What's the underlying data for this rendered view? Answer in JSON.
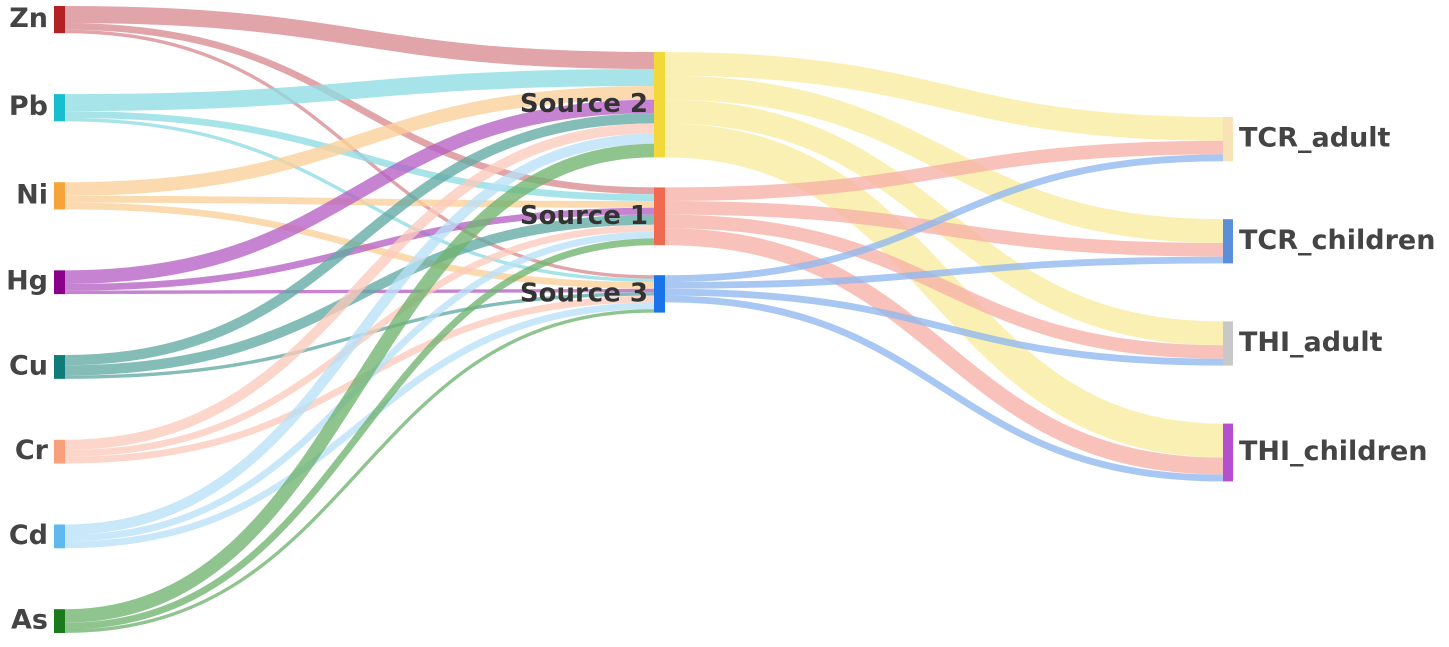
{
  "chart_data": {
    "type": "sankey",
    "nodes": [
      {
        "id": "Zn",
        "label": "Zn",
        "column": 0,
        "color": "#b22222"
      },
      {
        "id": "Pb",
        "label": "Pb",
        "column": 0,
        "color": "#17becf"
      },
      {
        "id": "Ni",
        "label": "Ni",
        "column": 0,
        "color": "#f5a33a"
      },
      {
        "id": "Hg",
        "label": "Hg",
        "column": 0,
        "color": "#8b008b"
      },
      {
        "id": "Cu",
        "label": "Cu",
        "column": 0,
        "color": "#0e7c7b"
      },
      {
        "id": "Cr",
        "label": "Cr",
        "column": 0,
        "color": "#f9a07a"
      },
      {
        "id": "Cd",
        "label": "Cd",
        "column": 0,
        "color": "#5fb9ef"
      },
      {
        "id": "As",
        "label": "As",
        "column": 0,
        "color": "#1b7a1b"
      },
      {
        "id": "S2",
        "label": "Source 2",
        "column": 1,
        "color": "#f3d83a"
      },
      {
        "id": "S1",
        "label": "Source 1",
        "column": 1,
        "color": "#ef6a4e"
      },
      {
        "id": "S3",
        "label": "Source 3",
        "column": 1,
        "color": "#1a73e8"
      },
      {
        "id": "TCRa",
        "label": "TCR_adult",
        "column": 2,
        "color": "#f9e2b5"
      },
      {
        "id": "TCRc",
        "label": "TCR_children",
        "column": 2,
        "color": "#5b8fd9"
      },
      {
        "id": "THIa",
        "label": "THI_adult",
        "column": 2,
        "color": "#c8c8c8"
      },
      {
        "id": "THIc",
        "label": "THI_children",
        "column": 2,
        "color": "#b44fcf"
      }
    ],
    "links": [
      {
        "source": "Zn",
        "target": "S2",
        "value": 5,
        "color": "#d98a8f"
      },
      {
        "source": "Zn",
        "target": "S1",
        "value": 2,
        "color": "#d98a8f"
      },
      {
        "source": "Zn",
        "target": "S3",
        "value": 1,
        "color": "#d98a8f"
      },
      {
        "source": "Pb",
        "target": "S2",
        "value": 5,
        "color": "#8edde4"
      },
      {
        "source": "Pb",
        "target": "S1",
        "value": 2,
        "color": "#8edde4"
      },
      {
        "source": "Pb",
        "target": "S3",
        "value": 1,
        "color": "#8edde4"
      },
      {
        "source": "Ni",
        "target": "S2",
        "value": 4,
        "color": "#fbcf99"
      },
      {
        "source": "Ni",
        "target": "S1",
        "value": 2,
        "color": "#fbcf99"
      },
      {
        "source": "Ni",
        "target": "S3",
        "value": 2,
        "color": "#fbcf99"
      },
      {
        "source": "Hg",
        "target": "S2",
        "value": 4,
        "color": "#b660c4"
      },
      {
        "source": "Hg",
        "target": "S1",
        "value": 2,
        "color": "#b660c4"
      },
      {
        "source": "Hg",
        "target": "S3",
        "value": 1,
        "color": "#b660c4"
      },
      {
        "source": "Cu",
        "target": "S2",
        "value": 3,
        "color": "#62a9a3"
      },
      {
        "source": "Cu",
        "target": "S1",
        "value": 3,
        "color": "#62a9a3"
      },
      {
        "source": "Cu",
        "target": "S3",
        "value": 1,
        "color": "#62a9a3"
      },
      {
        "source": "Cr",
        "target": "S2",
        "value": 3,
        "color": "#fbcbbb"
      },
      {
        "source": "Cr",
        "target": "S1",
        "value": 2,
        "color": "#fbcbbb"
      },
      {
        "source": "Cr",
        "target": "S3",
        "value": 2,
        "color": "#fbcbbb"
      },
      {
        "source": "Cd",
        "target": "S2",
        "value": 3,
        "color": "#b8e0f7"
      },
      {
        "source": "Cd",
        "target": "S1",
        "value": 2,
        "color": "#b8e0f7"
      },
      {
        "source": "Cd",
        "target": "S3",
        "value": 2,
        "color": "#b8e0f7"
      },
      {
        "source": "As",
        "target": "S2",
        "value": 4,
        "color": "#6fb36f"
      },
      {
        "source": "As",
        "target": "S1",
        "value": 2,
        "color": "#6fb36f"
      },
      {
        "source": "As",
        "target": "S3",
        "value": 1,
        "color": "#6fb36f"
      },
      {
        "source": "S2",
        "target": "TCRa",
        "value": 7,
        "color": "#faec9e"
      },
      {
        "source": "S2",
        "target": "TCRc",
        "value": 7,
        "color": "#faec9e"
      },
      {
        "source": "S2",
        "target": "THIa",
        "value": 7,
        "color": "#faec9e"
      },
      {
        "source": "S2",
        "target": "THIc",
        "value": 10,
        "color": "#faec9e"
      },
      {
        "source": "S1",
        "target": "TCRa",
        "value": 4,
        "color": "#f6b1a8"
      },
      {
        "source": "S1",
        "target": "TCRc",
        "value": 4,
        "color": "#f6b1a8"
      },
      {
        "source": "S1",
        "target": "THIa",
        "value": 4,
        "color": "#f6b1a8"
      },
      {
        "source": "S1",
        "target": "THIc",
        "value": 5,
        "color": "#f6b1a8"
      },
      {
        "source": "S3",
        "target": "TCRa",
        "value": 2,
        "color": "#8fb7ef"
      },
      {
        "source": "S3",
        "target": "TCRc",
        "value": 2,
        "color": "#8fb7ef"
      },
      {
        "source": "S3",
        "target": "THIa",
        "value": 2,
        "color": "#8fb7ef"
      },
      {
        "source": "S3",
        "target": "THIc",
        "value": 2,
        "color": "#8fb7ef"
      }
    ]
  }
}
